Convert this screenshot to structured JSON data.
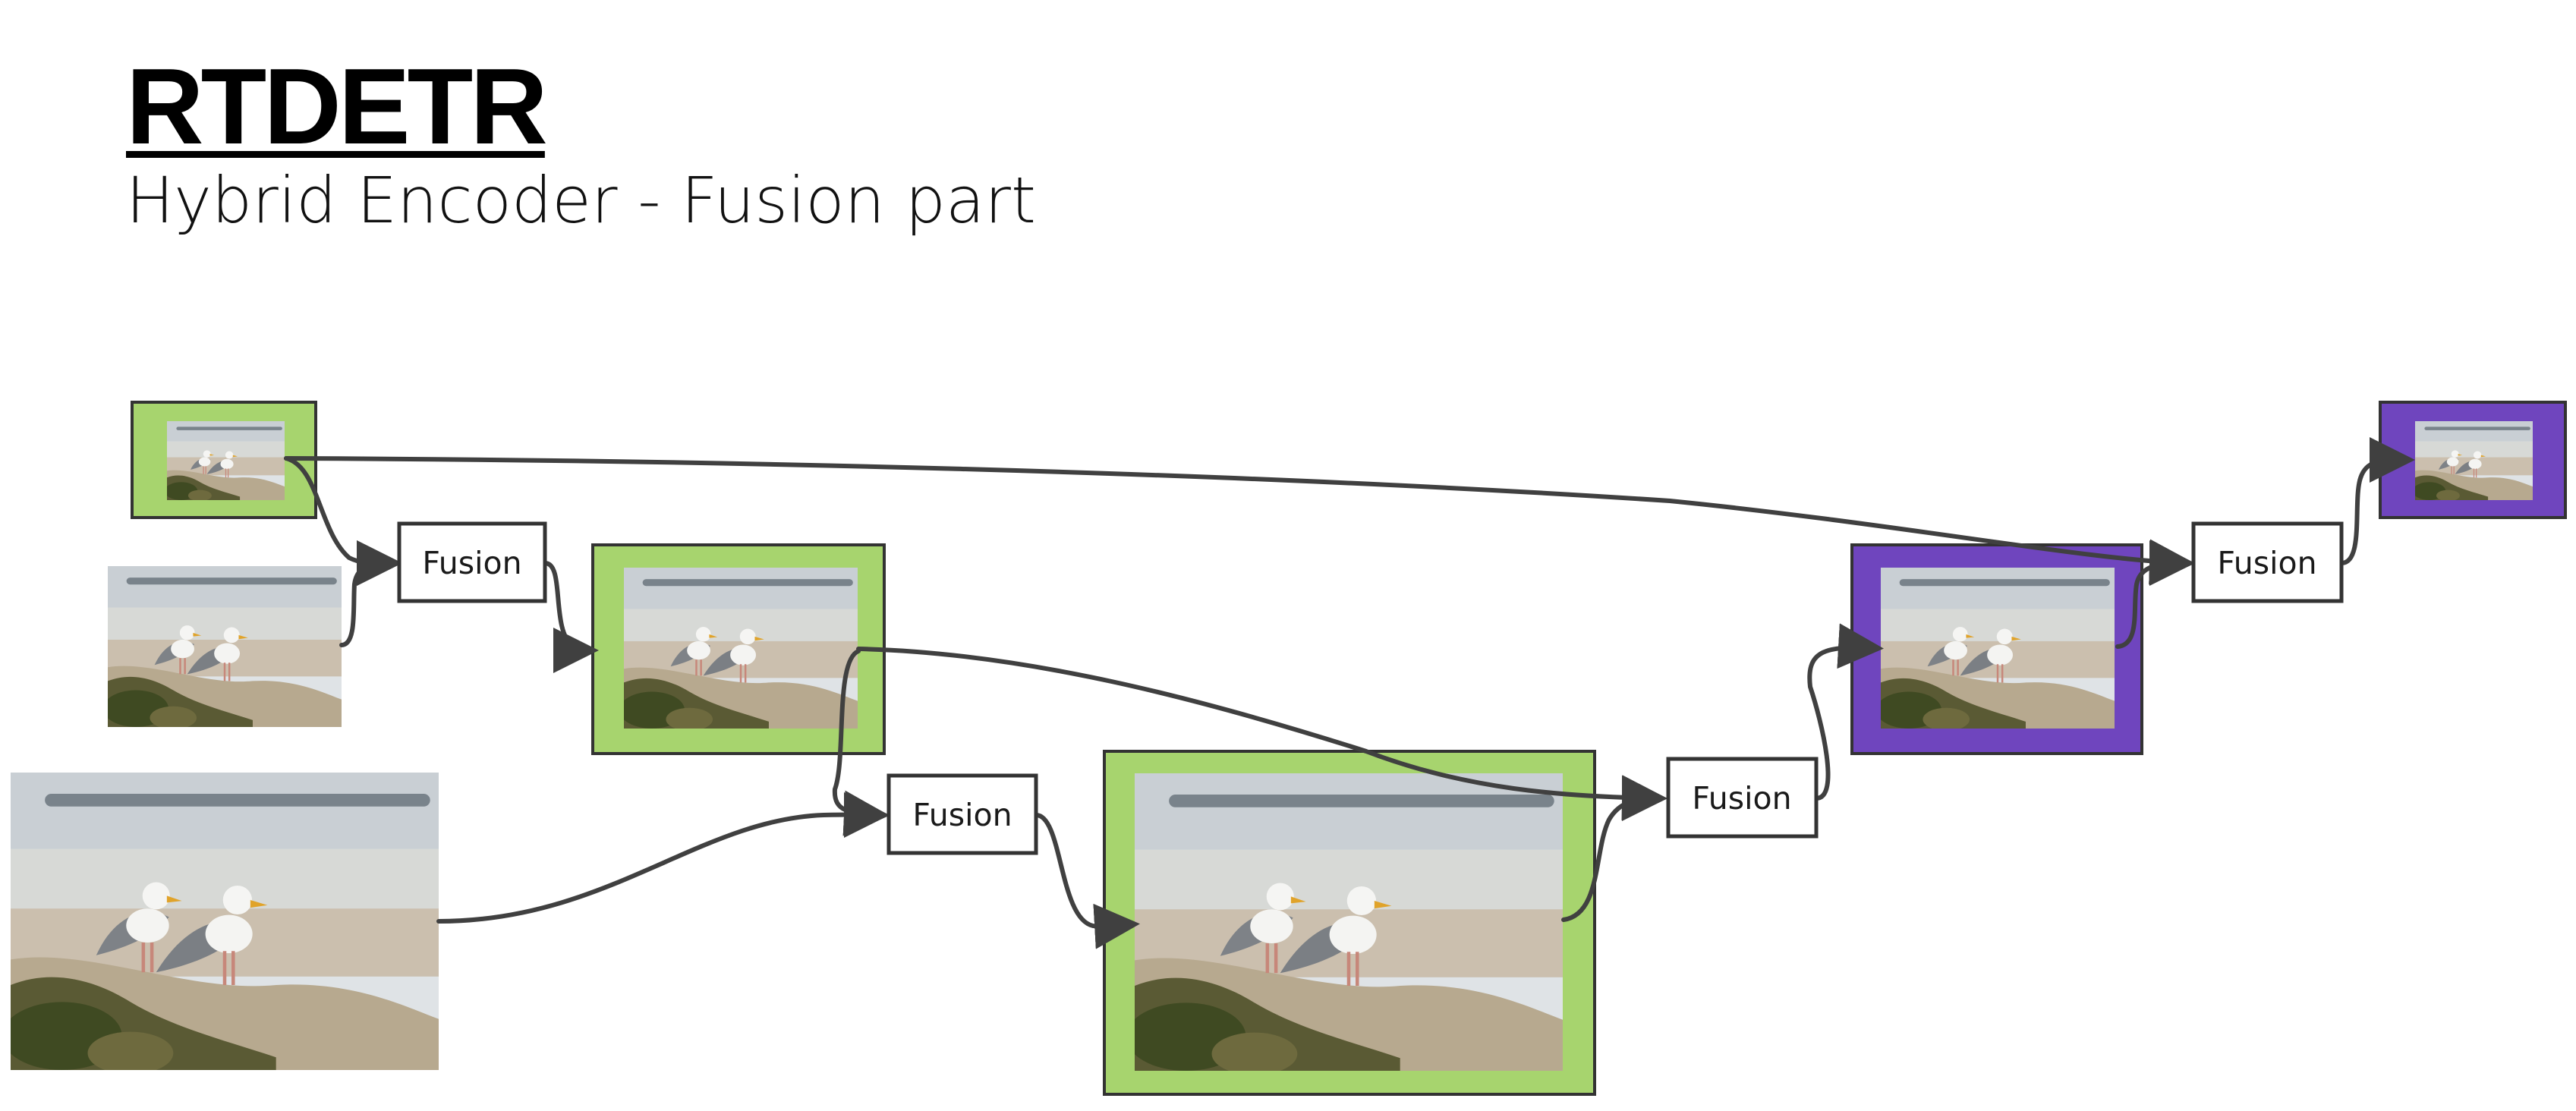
{
  "header": {
    "title": "RTDETR",
    "subtitle": "Hybrid Encoder - Fusion part"
  },
  "colors": {
    "green_frame": "#a7d46e",
    "purple_frame": "#6f45be",
    "arrow": "#404040",
    "box_border": "#333333"
  },
  "nodes": {
    "fusion_1": {
      "label": "Fusion"
    },
    "fusion_2": {
      "label": "Fusion"
    },
    "fusion_3": {
      "label": "Fusion"
    },
    "fusion_4": {
      "label": "Fusion"
    }
  }
}
